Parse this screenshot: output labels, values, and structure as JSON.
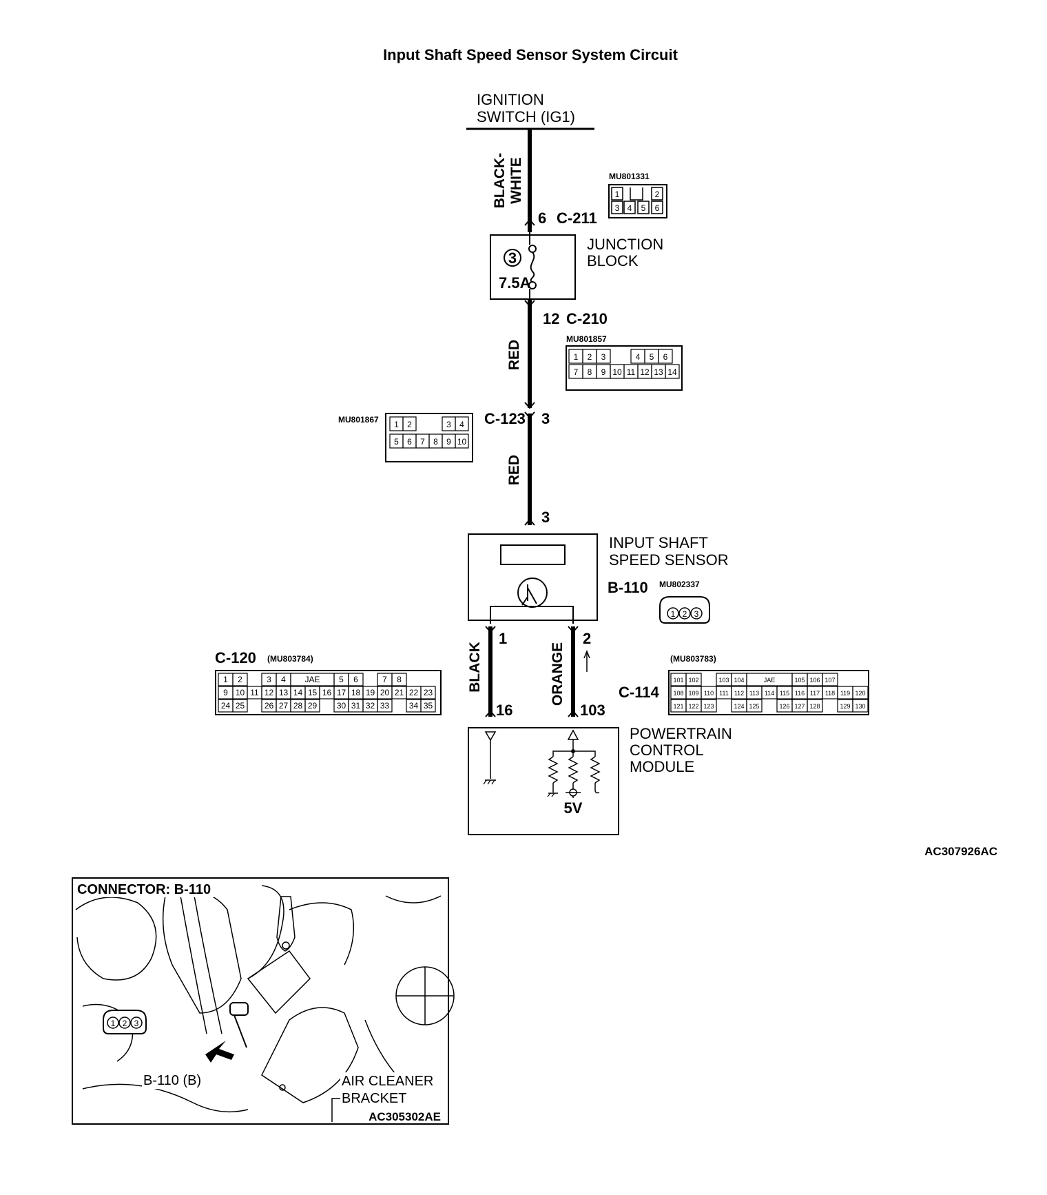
{
  "title": "Input Shaft Speed Sensor System Circuit",
  "ignition": {
    "line1": "IGNITION",
    "line2": "SWITCH (IG1)"
  },
  "wires": {
    "black_white_1": "BLACK-",
    "black_white_2": "WHITE",
    "red_upper": "RED",
    "red_lower": "RED",
    "black": "BLACK",
    "orange": "ORANGE"
  },
  "c211": {
    "pin": "6",
    "name": "C-211",
    "part": "MU801331",
    "top_pins": [
      "1",
      "2"
    ],
    "bottom_pins": [
      "3",
      "4",
      "5",
      "6"
    ]
  },
  "junction_block": {
    "line1": "JUNCTION",
    "line2": "BLOCK",
    "fuse_number": "3",
    "fuse_rating": "7.5A"
  },
  "c210": {
    "pin": "12",
    "name": "C-210",
    "part": "MU801857",
    "row1": [
      "1",
      "2",
      "3",
      "",
      "4",
      "5",
      "6"
    ],
    "row2": [
      "7",
      "8",
      "9",
      "10",
      "11",
      "12",
      "13",
      "14"
    ]
  },
  "c123": {
    "pin": "3",
    "name": "C-123",
    "part": "MU801867",
    "row1": [
      "1",
      "2",
      "",
      "3",
      "4"
    ],
    "row2": [
      "5",
      "6",
      "7",
      "8",
      "9",
      "10"
    ]
  },
  "sensor": {
    "line1": "INPUT SHAFT",
    "line2": "SPEED SENSOR",
    "connector": "B-110",
    "part": "MU802337",
    "top_pin": "3",
    "pin_left": "1",
    "pin_right": "2",
    "pins": [
      "1",
      "2",
      "3"
    ]
  },
  "c120": {
    "name": "C-120",
    "part": "(MU803784)",
    "pin": "16",
    "row1": [
      "1",
      "2",
      "",
      "3",
      "4",
      "JAE",
      "5",
      "6",
      "",
      "7",
      "8"
    ],
    "row2": [
      "9",
      "10",
      "11",
      "12",
      "13",
      "14",
      "15",
      "16",
      "17",
      "18",
      "19",
      "20",
      "21",
      "22",
      "23"
    ],
    "row3": [
      "24",
      "25",
      "",
      "26",
      "27",
      "28",
      "29",
      "",
      "30",
      "31",
      "32",
      "33",
      "",
      "34",
      "35"
    ]
  },
  "c114": {
    "name": "C-114",
    "part": "(MU803783)",
    "pin": "103",
    "row1": [
      "101",
      "102",
      "",
      "103",
      "104",
      "JAE",
      "105",
      "106",
      "107"
    ],
    "row2": [
      "108",
      "109",
      "110",
      "111",
      "112",
      "113",
      "114",
      "115",
      "116",
      "117",
      "118",
      "119",
      "120"
    ],
    "row3": [
      "121",
      "122",
      "123",
      "",
      "124",
      "125",
      "",
      "126",
      "127",
      "128",
      "",
      "129",
      "130"
    ]
  },
  "pcm": {
    "line1": "POWERTRAIN",
    "line2": "CONTROL",
    "line3": "MODULE",
    "voltage": "5V"
  },
  "figure_ref": "AC307926AC",
  "photo": {
    "title": "CONNECTOR: B-110",
    "connector_label": "B-110 (B)",
    "bracket_line1": "AIR CLEANER",
    "bracket_line2": "BRACKET",
    "ref": "AC305302AE",
    "pins": [
      "1",
      "2",
      "3"
    ]
  }
}
